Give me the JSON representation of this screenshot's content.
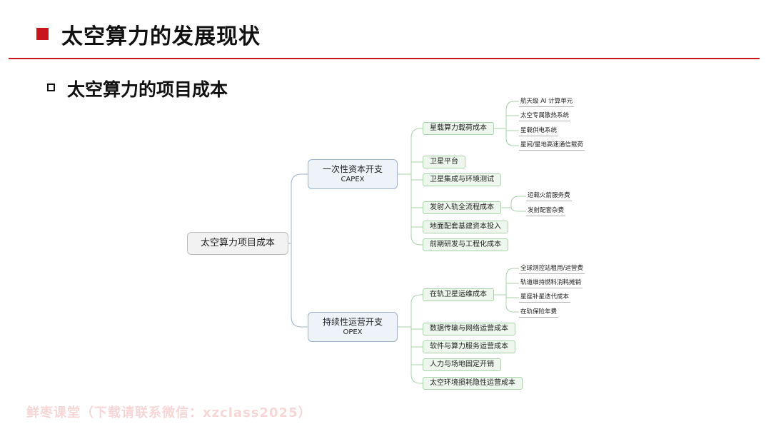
{
  "header": {
    "title": "太空算力的发展现状",
    "accent_color": "#c8161d"
  },
  "section": {
    "title": "太空算力的项目成本"
  },
  "mindmap": {
    "root": "太空算力项目成本",
    "capex": {
      "label": "一次性资本开支",
      "sublabel": "CAPEX",
      "items": [
        {
          "label": "星载算力载荷成本",
          "children": [
            "航天级 AI 计算单元",
            "太空专属散热系统",
            "星载供电系统",
            "星间/星地高速通信载荷"
          ]
        },
        {
          "label": "卫星平台"
        },
        {
          "label": "卫星集成与环境测试"
        },
        {
          "label": "发射入轨全流程成本",
          "children": [
            "运载火箭服务费",
            "发射配套杂费"
          ]
        },
        {
          "label": "地面配套基建资本投入"
        },
        {
          "label": "前期研发与工程化成本"
        }
      ]
    },
    "opex": {
      "label": "持续性运营开支",
      "sublabel": "OPEX",
      "items": [
        {
          "label": "在轨卫星运维成本",
          "children": [
            "全球测控站租用/运营费",
            "轨道维持燃料消耗摊销",
            "星座补星迭代成本",
            "在轨保险年费"
          ]
        },
        {
          "label": "数据传输与网络运营成本"
        },
        {
          "label": "软件与算力服务运营成本"
        },
        {
          "label": "人力与场地固定开销"
        },
        {
          "label": "太空环境损耗隐性运营成本"
        }
      ]
    }
  },
  "watermark": "鲜枣课堂（下载请联系微信：xzclass2025）"
}
